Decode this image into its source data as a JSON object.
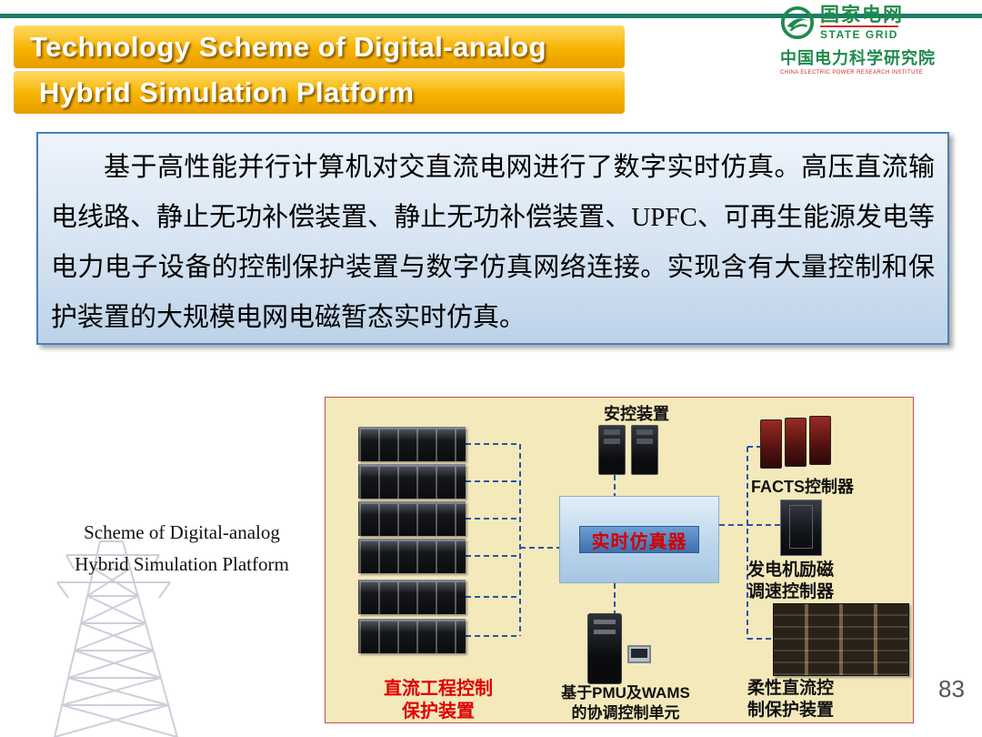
{
  "header": {
    "title_line1": "Technology Scheme of Digital-analog",
    "title_line2": "Hybrid Simulation Platform"
  },
  "logo": {
    "company_cn": "国家电网",
    "company_en": "STATE GRID",
    "institute_cn": "中国电力科学研究院",
    "institute_en": "CHINA ELECTRIC POWER RESEARCH INSTITUTE"
  },
  "summary": {
    "text": "基于高性能并行计算机对交直流电网进行了数字实时仿真。高压直流输电线路、静止无功补偿装置、静止无功补偿装置、UPFC、可再生能源发电等电力电子设备的控制保护装置与数字仿真网络连接。实现含有大量控制和保护装置的大规模电网电磁暂态实时仿真。"
  },
  "caption": {
    "line1": "Scheme of Digital-analog",
    "line2": "Hybrid Simulation Platform"
  },
  "diagram": {
    "security_control_label": "安控装置",
    "simulator_label": "实时仿真器",
    "facts_label": "FACTS控制器",
    "excitation_label_line1": "发电机励磁",
    "excitation_label_line2": "调速控制器",
    "flexible_dc_label_line1": "柔性直流控",
    "flexible_dc_label_line2": "制保护装置",
    "pmu_label_line1": "基于PMU及WAMS",
    "pmu_label_line2": "的协调控制单元",
    "dc_protection_label_line1": "直流工程控制",
    "dc_protection_label_line2": "保护装置"
  },
  "footer": {
    "page_number": "83"
  },
  "colors": {
    "banner_gold": "#f6b400",
    "accent_green": "#1e7a68",
    "box_border_blue": "#4a7ebb",
    "connection_blue": "#2b55a8",
    "simulator_text_red": "#d40000"
  }
}
